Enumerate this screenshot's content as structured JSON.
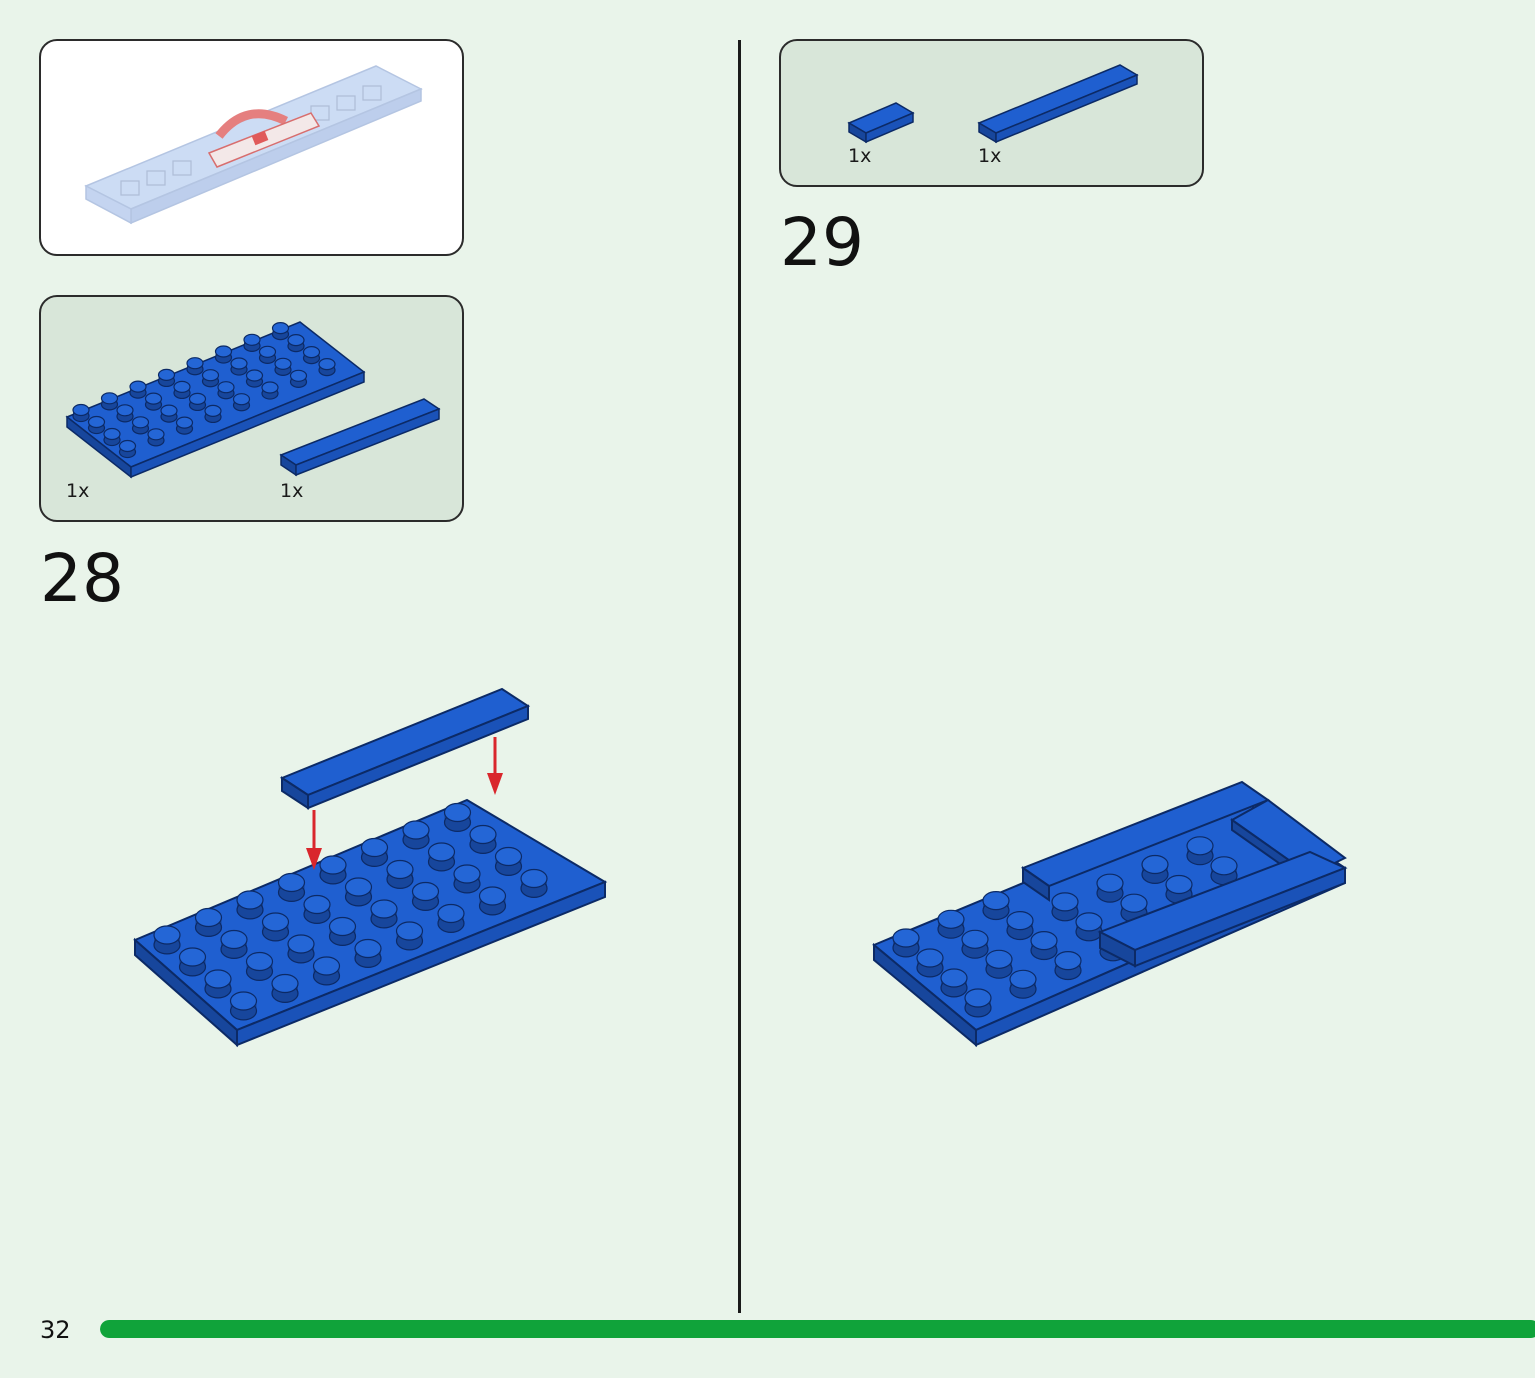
{
  "page": {
    "number": "32",
    "progress_percent": 100
  },
  "steps": [
    {
      "number": "28",
      "parts": [
        {
          "qty": "1x",
          "part": "plate-4x8-icon"
        },
        {
          "qty": "1x",
          "part": "tile-1x8-icon"
        }
      ]
    },
    {
      "number": "29",
      "parts": [
        {
          "qty": "1x",
          "part": "tile-1x2-icon"
        },
        {
          "qty": "1x",
          "part": "tile-1x8-icon"
        }
      ]
    }
  ],
  "colors": {
    "brick_blue": "#1f5fd0",
    "brick_blue_dark": "#17469c",
    "arrow_red": "#d9262c",
    "progress_green": "#10a33a",
    "page_bg": "#e9f4ea",
    "parts_bg": "#d8e6d9"
  }
}
